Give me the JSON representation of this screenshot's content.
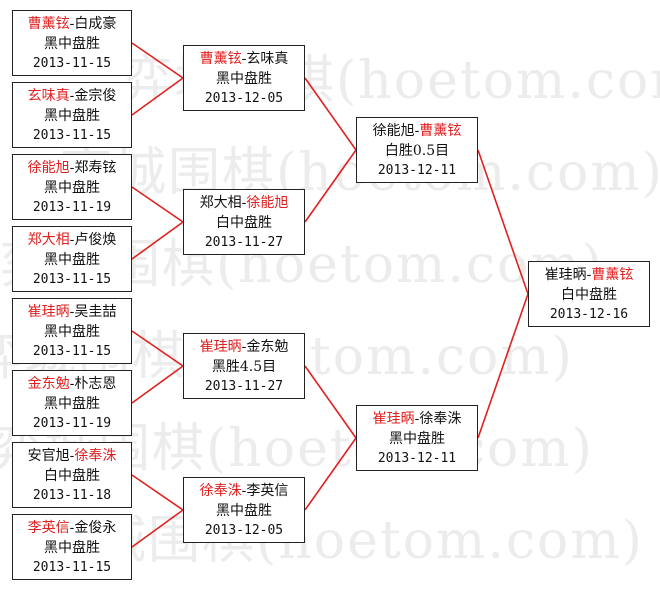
{
  "watermark": "弈城围棋(hoetom.com)",
  "matches": {
    "r1_1": {
      "p1": "曹薰铉",
      "p2": "白成豪",
      "winner": 1,
      "result": "黑中盘胜",
      "date": "2013-11-15"
    },
    "r1_2": {
      "p1": "玄味真",
      "p2": "金宗俊",
      "winner": 1,
      "result": "黑中盘胜",
      "date": "2013-11-15"
    },
    "r1_3": {
      "p1": "徐能旭",
      "p2": "郑寿铉",
      "winner": 1,
      "result": "黑中盘胜",
      "date": "2013-11-19"
    },
    "r1_4": {
      "p1": "郑大相",
      "p2": "卢俊焕",
      "winner": 1,
      "result": "黑中盘胜",
      "date": "2013-11-15"
    },
    "r1_5": {
      "p1": "崔珪昞",
      "p2": "吴圭喆",
      "winner": 1,
      "result": "黑中盘胜",
      "date": "2013-11-15"
    },
    "r1_6": {
      "p1": "金东勉",
      "p2": "朴志恩",
      "winner": 1,
      "result": "黑中盘胜",
      "date": "2013-11-19"
    },
    "r1_7": {
      "p1": "安官旭",
      "p2": "徐奉洙",
      "winner": 2,
      "result": "白中盘胜",
      "date": "2013-11-18"
    },
    "r1_8": {
      "p1": "李英信",
      "p2": "金俊永",
      "winner": 1,
      "result": "黑中盘胜",
      "date": "2013-11-15"
    },
    "r2_1": {
      "p1": "曹薰铉",
      "p2": "玄味真",
      "winner": 1,
      "result": "黑中盘胜",
      "date": "2013-12-05"
    },
    "r2_2": {
      "p1": "郑大相",
      "p2": "徐能旭",
      "winner": 2,
      "result": "白中盘胜",
      "date": "2013-11-27"
    },
    "r2_3": {
      "p1": "崔珪昞",
      "p2": "金东勉",
      "winner": 1,
      "result": "黑胜4.5目",
      "date": "2013-11-27"
    },
    "r2_4": {
      "p1": "徐奉洙",
      "p2": "李英信",
      "winner": 1,
      "result": "黑中盘胜",
      "date": "2013-12-05"
    },
    "r3_1": {
      "p1": "徐能旭",
      "p2": "曹薰铉",
      "winner": 2,
      "result": "白胜0.5目",
      "date": "2013-12-11"
    },
    "r3_2": {
      "p1": "崔珪昞",
      "p2": "徐奉洙",
      "winner": 1,
      "result": "黑中盘胜",
      "date": "2013-12-11"
    },
    "final": {
      "p1": "崔珪昞",
      "p2": "曹薰铉",
      "winner": 2,
      "result": "白中盘胜",
      "date": "2013-12-16"
    }
  },
  "colors": {
    "winner": "#e02020",
    "connector": "#e02020",
    "border": "#222222",
    "text": "#111111"
  }
}
